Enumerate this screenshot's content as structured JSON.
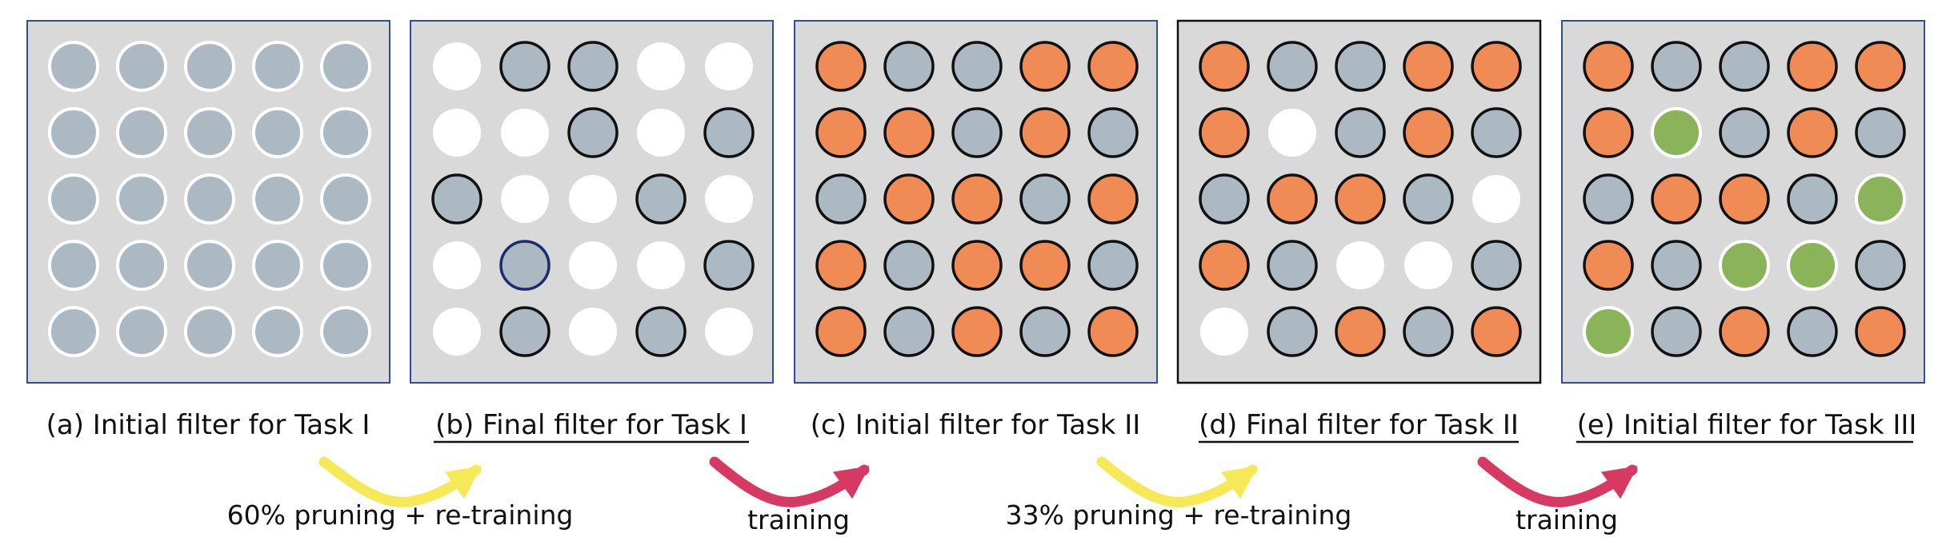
{
  "colors": {
    "panel_bg": "#d9d9d9",
    "panel_border_blue": "#2f4d9a",
    "panel_border_black": "#111111",
    "gray_neuron": "#adb9c2",
    "orange_neuron": "#f08b55",
    "green_neuron": "#8bb359",
    "white_neuron": "#ffffff",
    "yellow_arrow": "#f5e957",
    "red_arrow": "#d63a62"
  },
  "legend_codes": {
    "G": "gray neuron, light outline (untrained)",
    "W": "white (pruned)",
    "K": "gray neuron, dark outline (kept)",
    "O": "orange neuron (Task II)",
    "N": "green neuron (Task III)",
    "B": "gray neuron, navy outline"
  },
  "panels": [
    {
      "caption": "(a) Initial filter for Task I",
      "underlined": false,
      "border": "blue",
      "grid": [
        [
          "G",
          "G",
          "G",
          "G",
          "G"
        ],
        [
          "G",
          "G",
          "G",
          "G",
          "G"
        ],
        [
          "G",
          "G",
          "G",
          "G",
          "G"
        ],
        [
          "G",
          "G",
          "G",
          "G",
          "G"
        ],
        [
          "G",
          "G",
          "G",
          "G",
          "G"
        ]
      ]
    },
    {
      "caption": "(b) Final filter for Task I",
      "underlined": true,
      "border": "blue",
      "grid": [
        [
          "W",
          "K",
          "K",
          "W",
          "W"
        ],
        [
          "W",
          "W",
          "K",
          "W",
          "K"
        ],
        [
          "K",
          "W",
          "W",
          "K",
          "W"
        ],
        [
          "W",
          "B",
          "W",
          "W",
          "K"
        ],
        [
          "W",
          "K",
          "W",
          "K",
          "W"
        ]
      ]
    },
    {
      "caption": "(c) Initial filter for Task II",
      "underlined": false,
      "border": "blue",
      "grid": [
        [
          "O",
          "K",
          "K",
          "O",
          "O"
        ],
        [
          "O",
          "O",
          "K",
          "O",
          "K"
        ],
        [
          "K",
          "O",
          "O",
          "K",
          "O"
        ],
        [
          "O",
          "K",
          "O",
          "O",
          "K"
        ],
        [
          "O",
          "K",
          "O",
          "K",
          "O"
        ]
      ]
    },
    {
      "caption": "(d) Final filter for Task II",
      "underlined": true,
      "border": "black",
      "grid": [
        [
          "O",
          "K",
          "K",
          "O",
          "O"
        ],
        [
          "O",
          "W",
          "K",
          "O",
          "K"
        ],
        [
          "K",
          "O",
          "O",
          "K",
          "W"
        ],
        [
          "O",
          "K",
          "W",
          "W",
          "K"
        ],
        [
          "W",
          "K",
          "O",
          "K",
          "O"
        ]
      ]
    },
    {
      "caption": "(e) Initial filter for Task III",
      "underlined": true,
      "border": "blue",
      "grid": [
        [
          "O",
          "K",
          "K",
          "O",
          "O"
        ],
        [
          "O",
          "N",
          "K",
          "O",
          "K"
        ],
        [
          "K",
          "O",
          "O",
          "K",
          "N"
        ],
        [
          "O",
          "K",
          "N",
          "N",
          "K"
        ],
        [
          "N",
          "K",
          "O",
          "K",
          "O"
        ]
      ]
    }
  ],
  "transitions": [
    {
      "label": "60% pruning + re-training",
      "color": "yellow"
    },
    {
      "label": "training",
      "color": "red"
    },
    {
      "label": "33% pruning + re-training",
      "color": "yellow"
    },
    {
      "label": "training",
      "color": "red"
    }
  ]
}
